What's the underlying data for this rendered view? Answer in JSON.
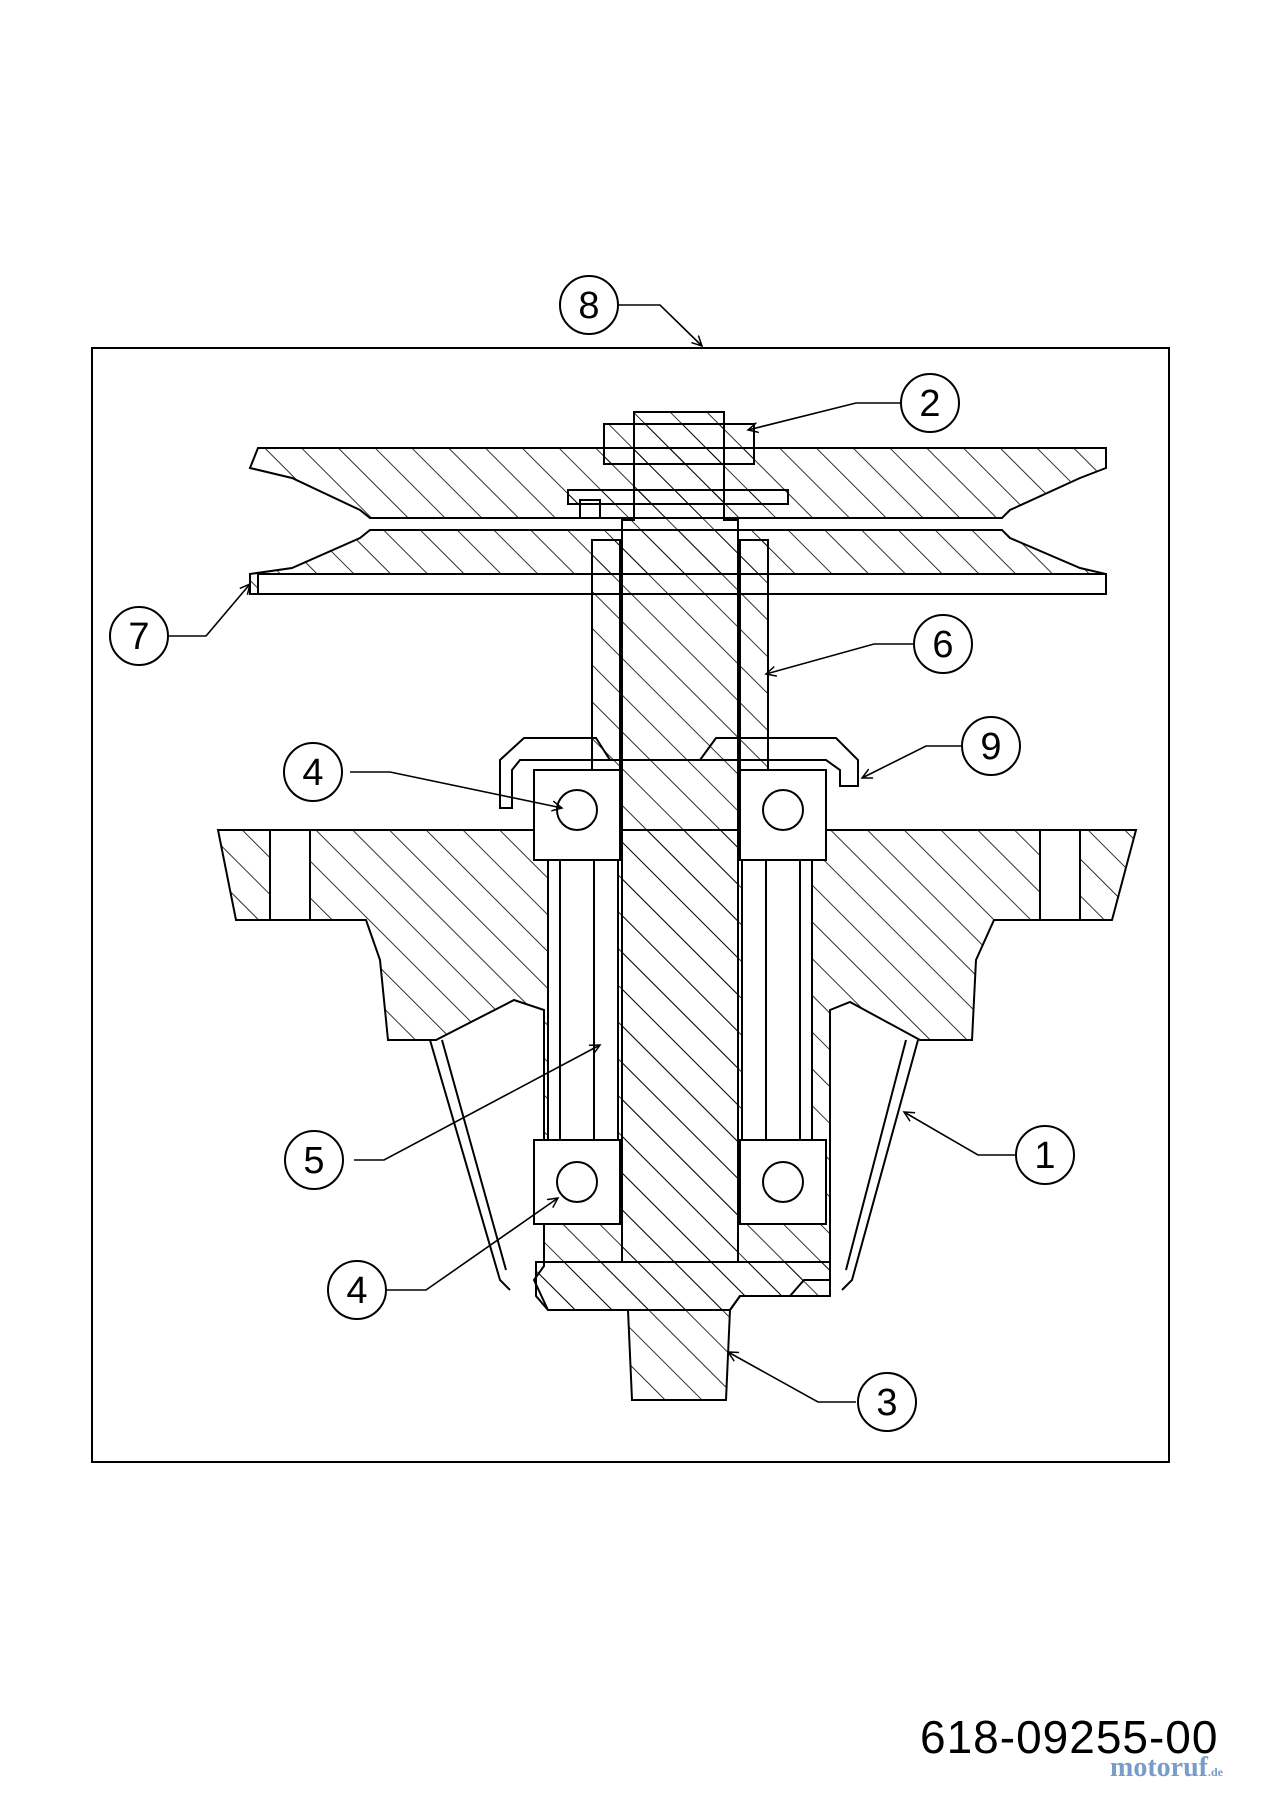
{
  "diagram": {
    "callouts": [
      {
        "id": "8",
        "label": "8"
      },
      {
        "id": "2",
        "label": "2"
      },
      {
        "id": "7",
        "label": "7"
      },
      {
        "id": "6",
        "label": "6"
      },
      {
        "id": "9",
        "label": "9"
      },
      {
        "id": "4a",
        "label": "4"
      },
      {
        "id": "5",
        "label": "5"
      },
      {
        "id": "1",
        "label": "1"
      },
      {
        "id": "4b",
        "label": "4"
      },
      {
        "id": "3",
        "label": "3"
      }
    ]
  },
  "footer": {
    "part_number": "618-09255-00",
    "brand_name": "motoruf",
    "brand_tld": ".de"
  },
  "colors": {
    "line": "#000000",
    "background": "#ffffff",
    "brand": "#7a9cc8"
  }
}
